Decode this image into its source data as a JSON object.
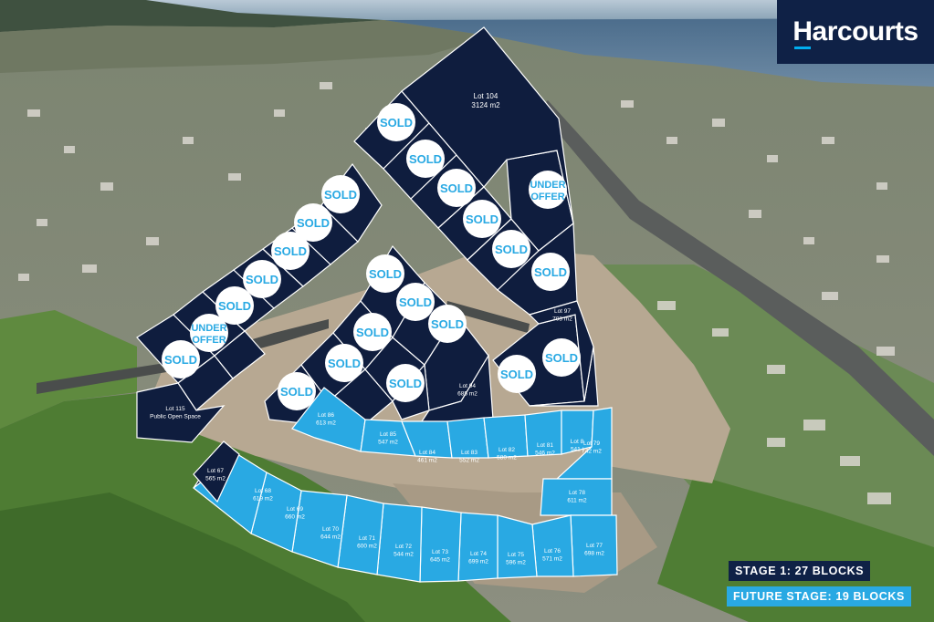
{
  "brand": {
    "name": "Harcourts",
    "bg_color": "#0f2146",
    "accent": "#00aeef"
  },
  "colors": {
    "stage1_lot": "#0f1d3e",
    "future_lot": "#29a9e3",
    "badge_bg": "#ffffff",
    "badge_text": "#29a9e3"
  },
  "legend": {
    "stage1": "STAGE 1: 27 BLOCKS",
    "future": "FUTURE STAGE: 19 BLOCKS"
  },
  "badges": {
    "sold": "SOLD",
    "under_offer_line1": "UNDER",
    "under_offer_line2": "OFFER"
  },
  "lots": {
    "lot104": {
      "name": "Lot 104",
      "area": "3124 m2"
    },
    "lot115": {
      "name": "Lot 115",
      "area": "Public Open Space"
    },
    "lot97": {
      "name": "Lot 97",
      "area": "703 m2"
    },
    "lot94": {
      "name": "Lot 94",
      "area": "685 m2"
    },
    "lot86": {
      "name": "Lot 86",
      "area": "613 m2"
    },
    "lot85": {
      "name": "Lot 85",
      "area": "547 m2"
    },
    "lot84": {
      "name": "Lot 84",
      "area": "461 m2"
    },
    "lot83": {
      "name": "Lot 83",
      "area": "552 m2"
    },
    "lot82": {
      "name": "Lot 82",
      "area": "580 m2"
    },
    "lot81": {
      "name": "Lot 81",
      "area": "546 m2"
    },
    "lot80": {
      "name": "Lot 8",
      "area": "541 i"
    },
    "lot79": {
      "name": "Lot 79",
      "area": "742 m2"
    },
    "lot78": {
      "name": "Lot 78",
      "area": "611 m2"
    },
    "lot77": {
      "name": "Lot 77",
      "area": "698 m2"
    },
    "lot76": {
      "name": "Lot 76",
      "area": "571 m2"
    },
    "lot75": {
      "name": "Lot 75",
      "area": "596 m2"
    },
    "lot74": {
      "name": "Lot 74",
      "area": "699 m2"
    },
    "lot73": {
      "name": "Lot 73",
      "area": "645 m2"
    },
    "lot72": {
      "name": "Lot 72",
      "area": "544 m2"
    },
    "lot71": {
      "name": "Lot 71",
      "area": "600 m2"
    },
    "lot70": {
      "name": "Lot 70",
      "area": "644 m2"
    },
    "lot69": {
      "name": "Lot 69",
      "area": "660 m2"
    },
    "lot68": {
      "name": "Lot 68",
      "area": "619 m2"
    },
    "lot67": {
      "name": "Lot 67",
      "area": "565 m2"
    }
  }
}
